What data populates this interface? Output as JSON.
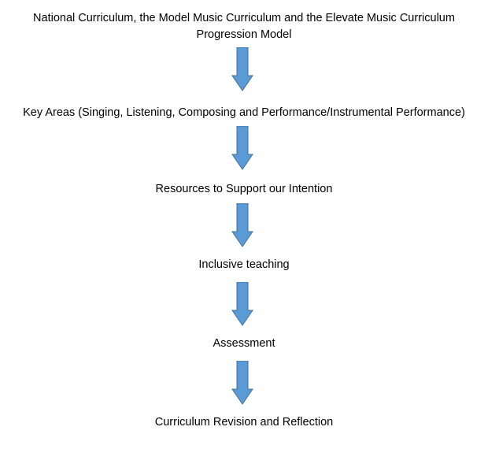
{
  "flow": {
    "steps": [
      {
        "line1": "National Curriculum, the Model Music Curriculum and the Elevate Music Curriculum",
        "line2": "Progression Model"
      },
      {
        "label": "Key Areas (Singing, Listening, Composing and Performance/Instrumental Performance)"
      },
      {
        "label": "Resources to Support our Intention"
      },
      {
        "label": "Inclusive teaching"
      },
      {
        "label": "Assessment"
      },
      {
        "label": "Curriculum Revision and Reflection"
      }
    ],
    "arrow_color": "#5B9BD5",
    "arrow_border_color": "#41719C",
    "arrow_icon": "down-arrow-icon"
  }
}
